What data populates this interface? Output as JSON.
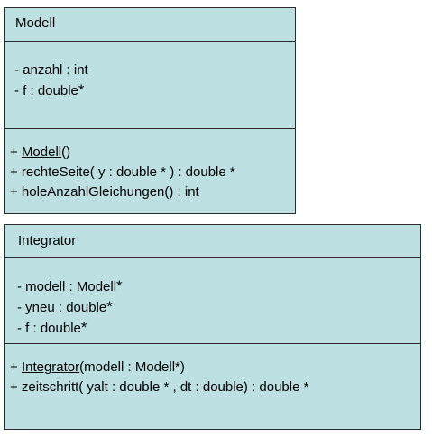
{
  "classes": [
    {
      "name": "Modell",
      "attributes": [
        {
          "text": "- anzahl : int",
          "suffix": ""
        },
        {
          "text": "- f : double",
          "suffix": "*"
        }
      ],
      "operations": [
        {
          "prefix": "+ ",
          "name": "Modell",
          "rest": "()"
        },
        {
          "text": "+ rechteSeite( y : double * ) : double *"
        },
        {
          "text": "+ holeAnzahlGleichungen() : int"
        }
      ]
    },
    {
      "name": "Integrator",
      "attributes": [
        {
          "text": "- modell : Modell",
          "suffix": "*"
        },
        {
          "text": "- yneu : double",
          "suffix": "*"
        },
        {
          "text": "- f : double",
          "suffix": "*"
        }
      ],
      "operations": [
        {
          "prefix": "+ ",
          "name": "Integrator",
          "rest": "(modell : Modell*)"
        },
        {
          "text": "+ zeitschritt( yalt : double * , dt : double) : double *"
        }
      ]
    }
  ]
}
